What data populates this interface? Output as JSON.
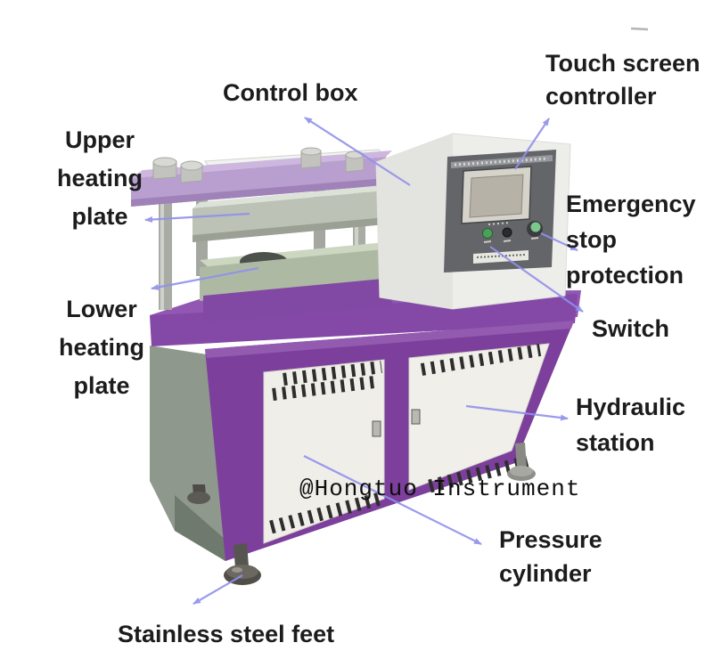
{
  "labels": {
    "control_box": "Control box",
    "touch_screen_controller": "Touch screen\ncontroller",
    "upper_heating_plate": "Upper\nheating\nplate",
    "lower_heating_plate": "Lower\nheating\nplate",
    "emergency_stop_protection": "Emergency\nstop\nprotection",
    "switch": "Switch",
    "hydraulic_station": "Hydraulic\nstation",
    "pressure_cylinder": "Pressure\ncylinder",
    "stainless_steel_feet": "Stainless steel feet"
  },
  "watermark": "@Hongtuo Instrument",
  "colors": {
    "leader_line": "#9090ec",
    "frame_purple": "#7c3f9c",
    "tabletop_purple": "#9157b2",
    "beam_lavender": "#b99fd0",
    "door_white": "#efeee8",
    "panel_dark": "#646569",
    "button_green": "#7cc88c",
    "label_text": "#1c1c1c"
  }
}
